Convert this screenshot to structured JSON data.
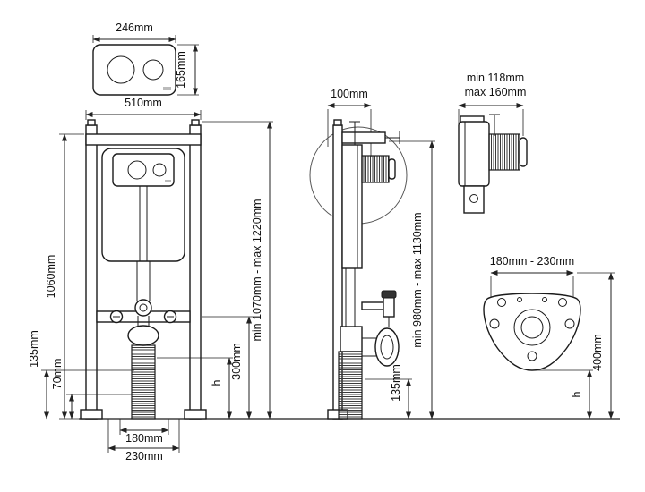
{
  "page": {
    "background": "#ffffff",
    "ink": "#1b1b1b"
  },
  "flush_plate_view": {
    "width": "246mm",
    "height": "165mm"
  },
  "front_view": {
    "frame_width": "510mm",
    "frame_height": "1060mm",
    "install_height": "min 1070mm - max 1220mm",
    "left_upper": "135mm",
    "left_lower": "70mm",
    "outlet_var": "h",
    "outlet_height": "300mm",
    "drain_offset_min": "180mm",
    "drain_offset_max": "230mm"
  },
  "side_view": {
    "depth": "100mm",
    "wall_fix_height": "min 980mm - max 1130mm",
    "inlet_height": "135mm"
  },
  "detail_view": {
    "min": "min 118mm",
    "max": "max 160mm"
  },
  "mount_view": {
    "bolt_spacing": "180mm - 230mm",
    "height": "400mm",
    "h": "h"
  }
}
